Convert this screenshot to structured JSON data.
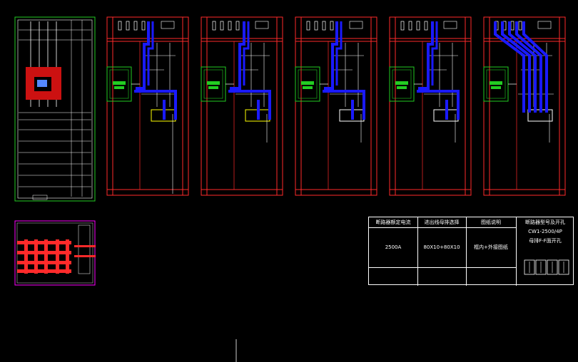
{
  "drawing": {
    "panels_count": 5,
    "colors": {
      "frame": "#ff2a2a",
      "busbar": "#1a1aff",
      "breaker": "#22cc22",
      "terminal": "#ffff00",
      "wire": "#ffffff",
      "magenta": "#ff00ff"
    }
  },
  "table": {
    "headers": [
      "断路器额定电流",
      "进出线母排选择",
      "图纸说明",
      "断路器型号及开孔"
    ],
    "current": "2500A",
    "busbar": "80X10+80X10",
    "note": "框内+外接图纸",
    "model_line1": "CW1-2500/4P",
    "model_line2": "母排F-F面开孔"
  }
}
